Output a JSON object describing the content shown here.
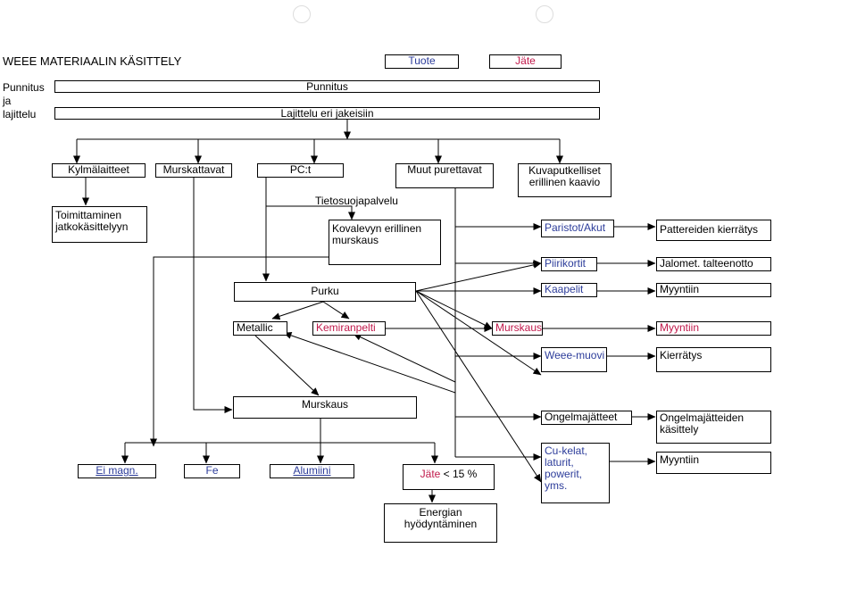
{
  "title": "WEEE MATERIAALIN KÄSITTELY",
  "legend": {
    "product": "Tuote",
    "waste": "Jäte"
  },
  "side_label": [
    "Punnitus",
    "ja",
    "lajittelu"
  ],
  "row_weigh": "Punnitus",
  "row_sort": "Lajittelu eri jakeisiin",
  "cat_fridges": "Kylmälaitteet",
  "cat_shredded": "Murskattavat",
  "cat_pc": "PC:t",
  "cat_other": "Muut purettavat",
  "cat_crt": [
    "Kuvaputkelliset",
    "erillinen kaavio"
  ],
  "further_processing": [
    "Toimittaminen",
    "jatkokäsittelyyn"
  ],
  "data_security": "Tietosuojapalvelu",
  "hdd_shred": [
    "Kovalevyn erillinen",
    "murskaus"
  ],
  "dismantle": "Purku",
  "metallic": "Metallic",
  "kemiran": "Kemiranpelti",
  "shredding": "Murskaus",
  "batteries": "Paristot/Akut",
  "battery_recycling": "Pattereiden kierrätys",
  "circuit_boards": "Piirikortit",
  "precious_metal": "Jalomet. talteenotto",
  "cables": "Kaapelit",
  "sale_cables": "Myyntiin",
  "shredding_r": "Murskaus",
  "sale_shred": "Myyntiin",
  "weee_plastic": "Weee-muovi",
  "plastic_recycling": "Kierrätys",
  "hazardous": "Ongelmajätteet",
  "hazardous_treatment": [
    "Ongelmajätteiden",
    "käsittely"
  ],
  "cu_parts": [
    "Cu-kelat,",
    "laturit,",
    "powerit,",
    "yms."
  ],
  "sale_cu": "Myyntiin",
  "nonmag": "Ei magn.",
  "fe": "Fe",
  "aluminium": "Alumiini",
  "waste_out": {
    "label": "Jäte",
    "suffix": " < 15 %"
  },
  "energy": [
    "Energian",
    "hyödyntäminen"
  ]
}
